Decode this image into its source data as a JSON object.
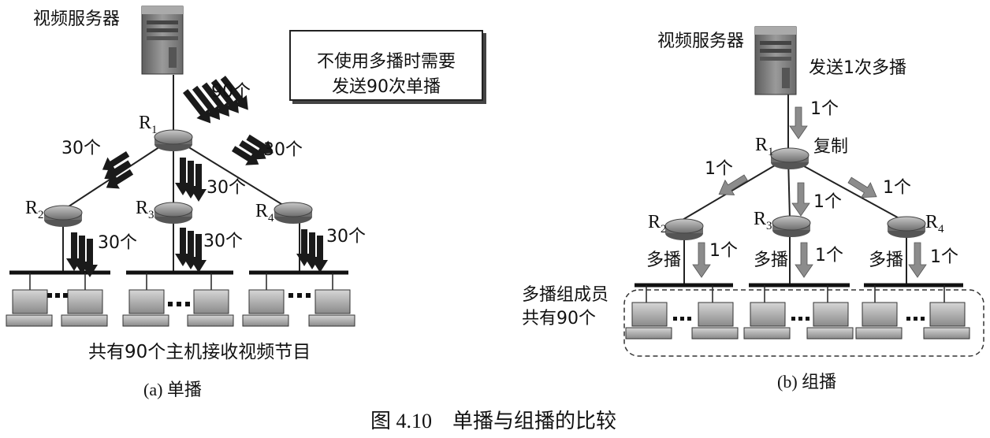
{
  "left": {
    "server_label": "视频服务器",
    "note_line1": "不使用多播时需要",
    "note_line2": "发送90次单播",
    "count_server": "90个",
    "count_r1_r2": "30个",
    "count_r1_r4": "30个",
    "count_r1_r3": "30个",
    "count_r2_lan": "30个",
    "count_r3_lan": "30个",
    "count_r4_lan": "30个",
    "routers": [
      {
        "name": "R",
        "sub": "1"
      },
      {
        "name": "R",
        "sub": "2"
      },
      {
        "name": "R",
        "sub": "3"
      },
      {
        "name": "R",
        "sub": "4"
      }
    ],
    "summary": "共有90个主机接收视频节目",
    "caption": "(a) 单播"
  },
  "right": {
    "server_label": "视频服务器",
    "send_label": "发送1次多播",
    "count_server": "1个",
    "copy_label": "复制",
    "count_r1_r2": "1个",
    "count_r1_r4": "1个",
    "count_r1_r3": "1个",
    "multicast_label": "多播",
    "count_lan": "1个",
    "routers": [
      {
        "name": "R",
        "sub": "1"
      },
      {
        "name": "R",
        "sub": "2"
      },
      {
        "name": "R",
        "sub": "3"
      },
      {
        "name": "R",
        "sub": "4"
      }
    ],
    "group_line1": "多播组成员",
    "group_line2": "共有90个",
    "caption": "(b) 组播"
  },
  "figure_caption": "图 4.10　单播与组播的比较",
  "colors": {
    "arrow_dark": "#1a1a1a",
    "arrow_gray": "#8c8c8c",
    "router": "#9a9a9a",
    "server": "#7d7d7d"
  }
}
